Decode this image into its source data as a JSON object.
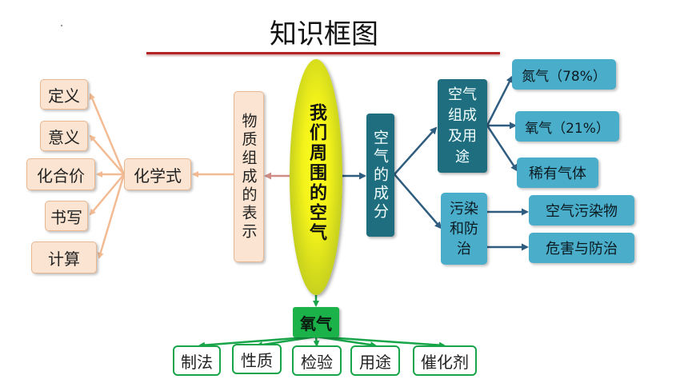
{
  "title": "知识框图",
  "center": "我们周围的空气",
  "left_branch": {
    "main": "物质组成的表示",
    "hub": "化学式",
    "items": [
      "定义",
      "意义",
      "化合价",
      "书写",
      "计算"
    ]
  },
  "right_branch": {
    "main": "空气的成分",
    "groups": [
      {
        "label": "空气组成及用途",
        "items": [
          "氮气（78%）",
          "氧气（21%）",
          "稀有气体"
        ]
      },
      {
        "label": "污染和防治",
        "items": [
          "空气污染物",
          "危害与防治"
        ]
      }
    ]
  },
  "bottom_branch": {
    "main": "氧气",
    "items": [
      "制法",
      "性质",
      "检验",
      "用途",
      "催化剂"
    ]
  },
  "colors": {
    "title_rule": "#b42424",
    "peach_line": "#f2bb93",
    "teal_line": "#2f5d80",
    "green_line": "#18a54a",
    "ellipse": "#f3f21a"
  }
}
